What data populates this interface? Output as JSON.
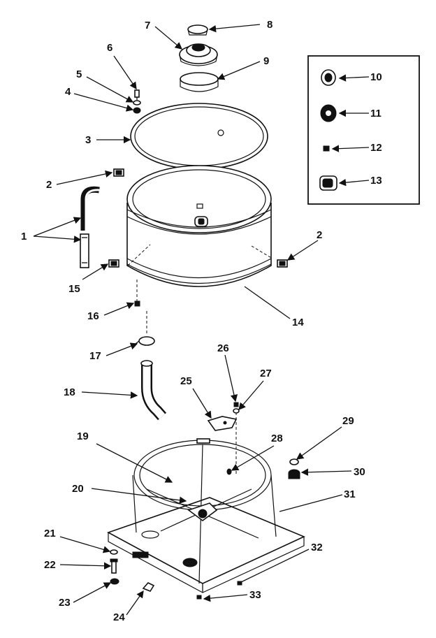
{
  "callouts": {
    "c1": "1",
    "c2a": "2",
    "c2b": "2",
    "c3": "3",
    "c4": "4",
    "c5": "5",
    "c6": "6",
    "c7": "7",
    "c8": "8",
    "c9": "9",
    "c10": "10",
    "c11": "11",
    "c12": "12",
    "c13": "13",
    "c14": "14",
    "c15": "15",
    "c16": "16",
    "c17": "17",
    "c18": "18",
    "c19": "19",
    "c20": "20",
    "c21": "21",
    "c22": "22",
    "c23": "23",
    "c24": "24",
    "c25": "25",
    "c26": "26",
    "c27": "27",
    "c28": "28",
    "c29": "29",
    "c30": "30",
    "c31": "31",
    "c32": "32",
    "c33": "33"
  }
}
